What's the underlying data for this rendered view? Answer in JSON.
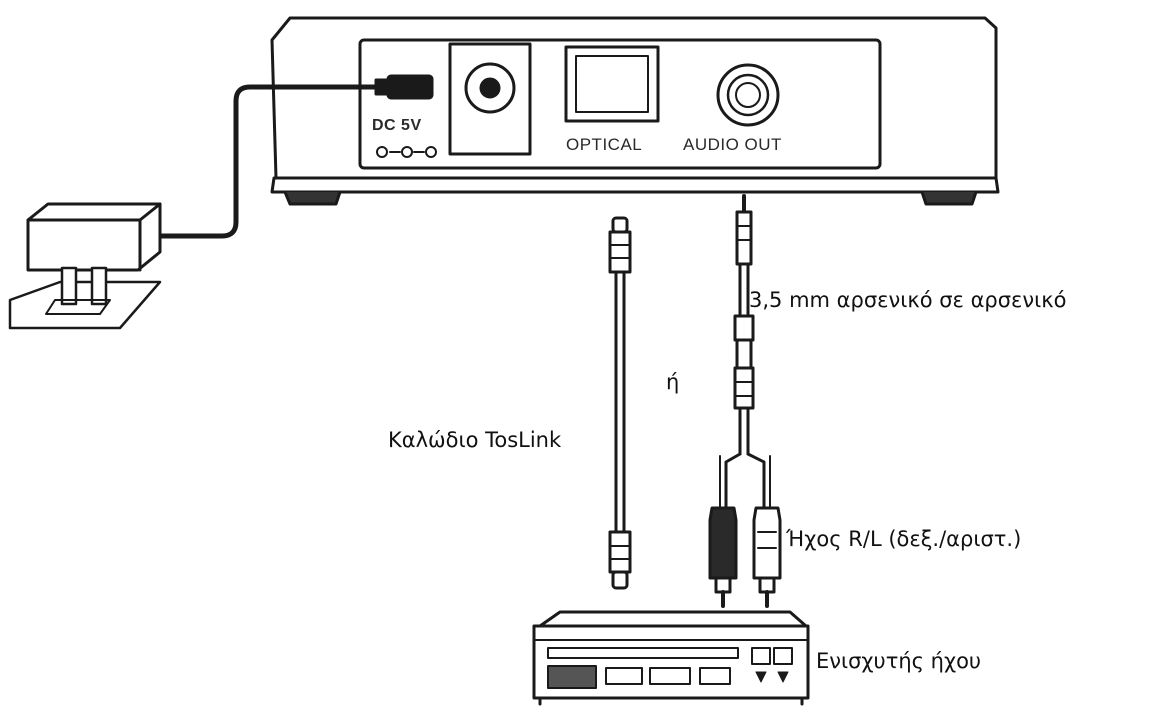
{
  "device": {
    "dc_label": "DC 5V",
    "optical_label": "OPTICAL",
    "audio_out_label": "AUDIO OUT"
  },
  "captions": {
    "jack_cable": "3,5 mm αρσενικό σε αρσενικό",
    "or": "ή",
    "toslink": "Καλώδιο TosLink",
    "rl_audio": "Ήχος R/L (δεξ./αριστ.)",
    "amplifier": "Ενισχυτής ήχου"
  },
  "colors": {
    "line": "#1a1a1a",
    "background": "#ffffff"
  }
}
